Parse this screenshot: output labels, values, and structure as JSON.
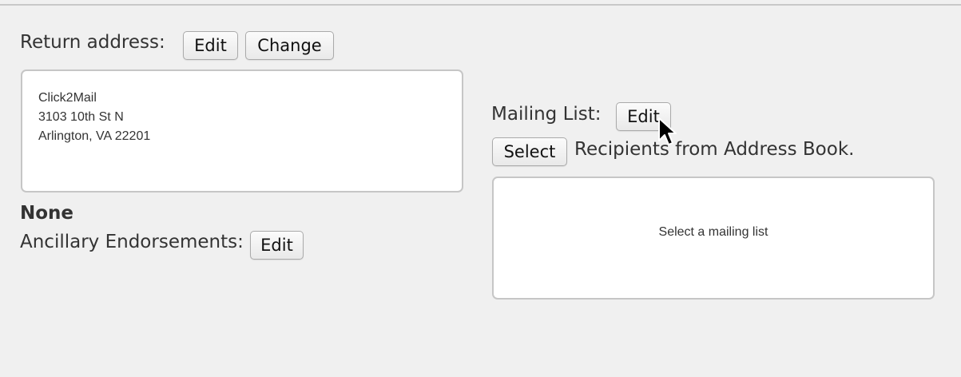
{
  "return_address": {
    "label": "Return address:",
    "edit_label": "Edit",
    "change_label": "Change",
    "lines": [
      "Click2Mail",
      "3103 10th St N",
      "Arlington, VA 22201"
    ]
  },
  "endorsements": {
    "value": "None",
    "label": "Ancillary Endorsements:",
    "edit_label": "Edit"
  },
  "mailing_list": {
    "label": "Mailing List:",
    "edit_label": "Edit",
    "select_label": "Select",
    "recipients_text": "Recipients from Address Book.",
    "placeholder": "Select a mailing list"
  },
  "icons": {
    "cursor": "mouse-pointer-icon"
  }
}
